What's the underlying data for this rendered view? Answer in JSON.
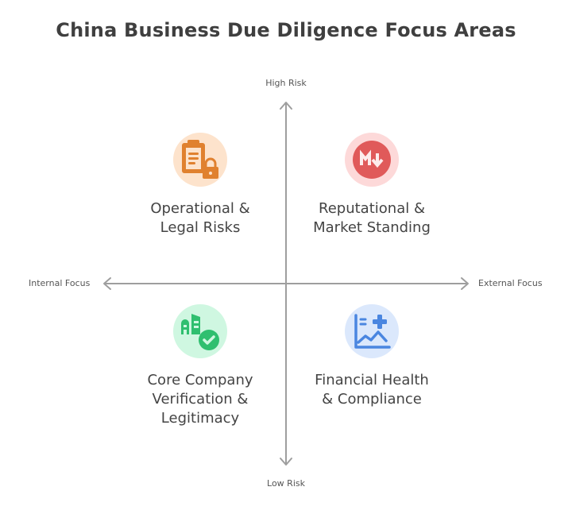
{
  "title": "China Business Due Diligence Focus Areas",
  "axes": {
    "top": "High Risk",
    "bottom": "Low Risk",
    "left": "Internal Focus",
    "right": "External Focus",
    "color": "#9e9e9e"
  },
  "quadrants": [
    {
      "position": "top-left",
      "label_lines": [
        "Operational &",
        "Legal Risks"
      ],
      "icon": "clipboard-lock-icon",
      "icon_color": "#e0812f",
      "bg_color": "#fde3cc"
    },
    {
      "position": "top-right",
      "label_lines": [
        "Reputational &",
        "Market Standing"
      ],
      "icon": "markdown-down-icon",
      "icon_color": "#e05a5a",
      "bg_color": "#fdd9d9"
    },
    {
      "position": "bottom-left",
      "label_lines": [
        "Core Company",
        "Verification &",
        "Legitimacy"
      ],
      "icon": "building-check-icon",
      "icon_color": "#2fbf6f",
      "bg_color": "#cff7e1"
    },
    {
      "position": "bottom-right",
      "label_lines": [
        "Financial Health",
        "& Compliance"
      ],
      "icon": "chart-plus-icon",
      "icon_color": "#4a86e0",
      "bg_color": "#dbe8fc"
    }
  ]
}
